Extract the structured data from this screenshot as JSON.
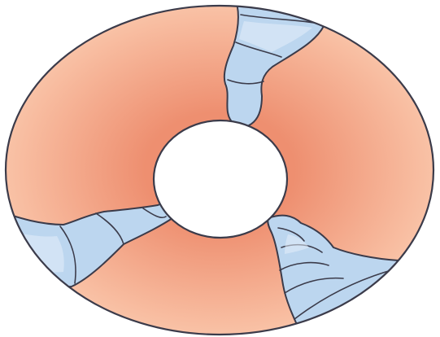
{
  "colors": {
    "annulus_inner": "#ee8f70",
    "annulus_outer": "#f9c2a6",
    "outline": "#3b3b4a",
    "crack_fill": "#bcd6ef",
    "crack_highlight": "#e3eefa",
    "hole": "#ffffff"
  },
  "shapes": {
    "ring": "annulus",
    "crack_count": 3,
    "cracks": [
      "top",
      "lower-left",
      "lower-right"
    ]
  }
}
